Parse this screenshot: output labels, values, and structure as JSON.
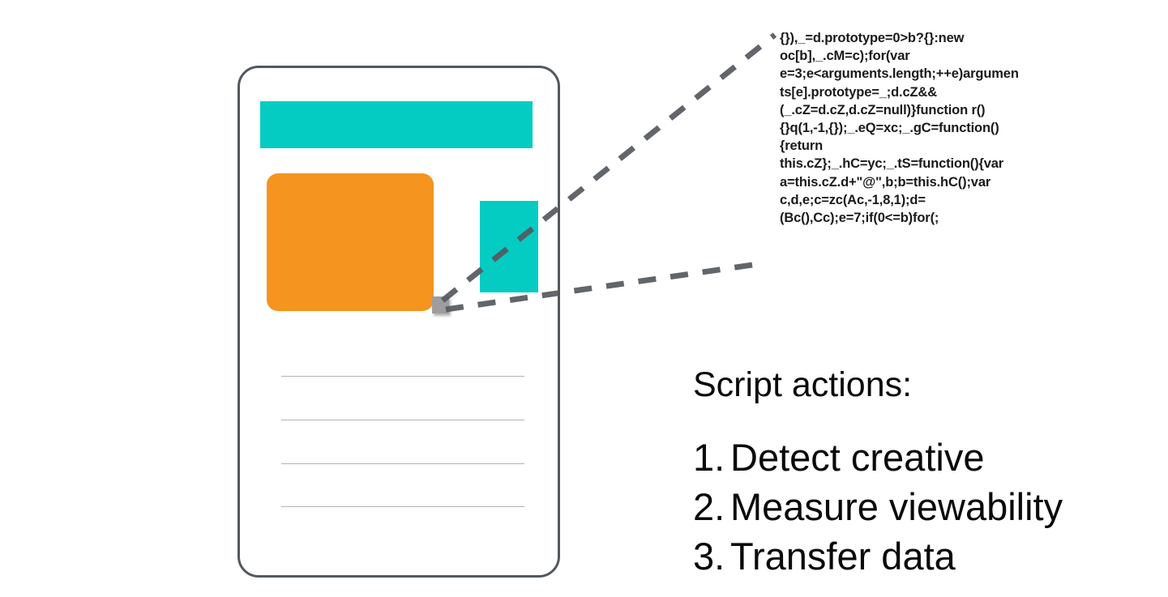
{
  "page": {
    "background_color": "#ffffff"
  },
  "device": {
    "name": "mobile-page-mockup",
    "frame_color": "#53585e",
    "banner_ad": {
      "label": "banner-ad-slot",
      "color": "#04ccc3"
    },
    "creative": {
      "label": "ad-creative",
      "color": "#f5941f"
    },
    "side_ad": {
      "label": "side-ad-slot",
      "color": "#04ccc3"
    },
    "content_lines": [
      "content-line-1",
      "content-line-2",
      "content-line-3",
      "content-line-4"
    ],
    "tracker_marker": {
      "label": "tracking-pixel",
      "color": "#9d9d9d"
    }
  },
  "connectors": {
    "line_color": "#555a5f",
    "style": "dashed",
    "lines": [
      "tracker-to-code-top",
      "tracker-to-code-bottom"
    ]
  },
  "script_code": {
    "text": "{}),_=d.prototype=0>b?{}:new oc[b],_.cM=c);for(var e=3;e<arguments.length;++e)arguments[e].prototype=_;d.cZ&&(_.cZ=d.cZ,d.cZ=null)}function r(){}q(1,-1,{});_.eQ=xc;_.gC=function(){return this.cZ};_.hC=yc;_.tS=function(){var a=this.cZ.d+\"@\",b;b=this.hC();var c,d,e;c=zc(Ac,-1,8,1);d=(Bc(),Cc);e=7;if(0<=b)for(;"
  },
  "actions": {
    "heading": "Script actions:",
    "items": [
      {
        "num": "1.",
        "text": "Detect creative"
      },
      {
        "num": "2.",
        "text": "Measure viewability"
      },
      {
        "num": "3.",
        "text": "Transfer data"
      }
    ]
  },
  "colors": {
    "teal": "#04ccc3",
    "orange": "#f5941f",
    "frame_gray": "#53585e",
    "line_gray": "#b4b4b4",
    "marker_gray": "#9d9d9d",
    "text_black": "#0a0a0a"
  }
}
